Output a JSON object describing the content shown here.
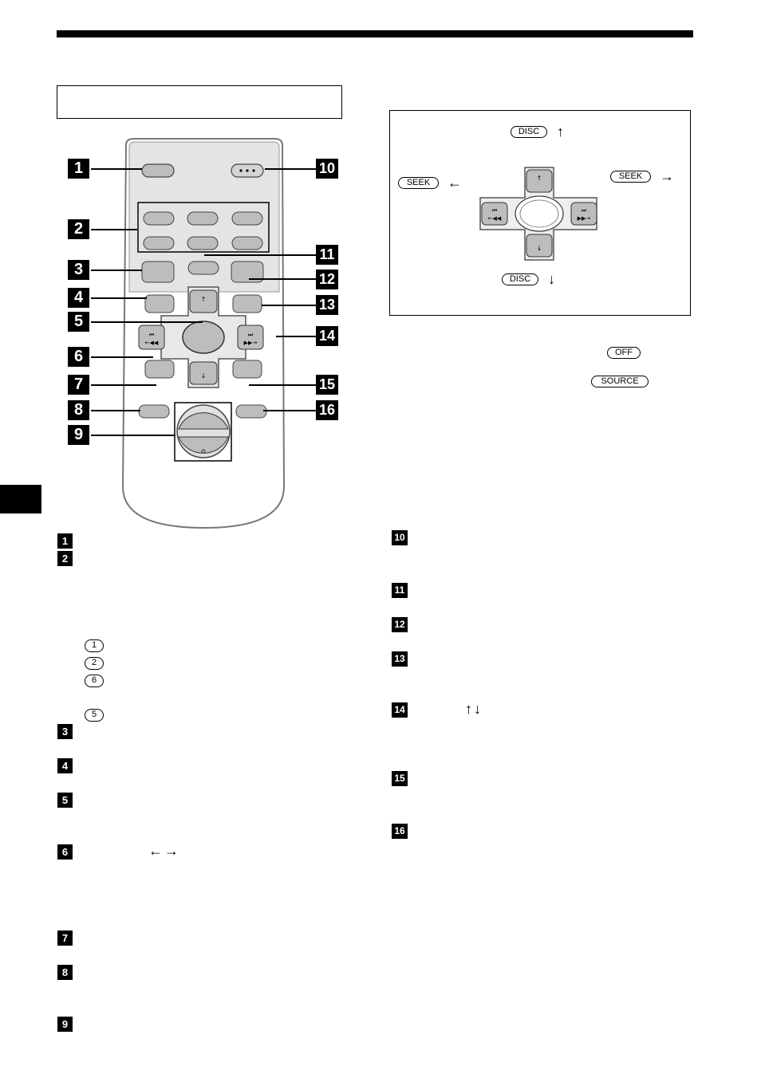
{
  "remote_labels": {
    "n1": "1",
    "n2": "2",
    "n3": "3",
    "n4": "4",
    "n5": "5",
    "n6": "6",
    "n7": "7",
    "n8": "8",
    "n9": "9",
    "n10": "10",
    "n11": "11",
    "n12": "12",
    "n13": "13",
    "n14": "14",
    "n15": "15",
    "n16": "16"
  },
  "left_list": {
    "n1": "1",
    "n2": "2",
    "n3": "3",
    "n4": "4",
    "n5": "5",
    "n6": "6",
    "n7": "7",
    "n8": "8",
    "n9": "9",
    "key_1": "1",
    "key_2": "2",
    "key_6": "6",
    "key_5": "5",
    "arrows_lr": "←→"
  },
  "right_list": {
    "n10": "10",
    "n11": "11",
    "n12": "12",
    "n13": "13",
    "n14": "14",
    "n15": "15",
    "n16": "16",
    "arrows_ud": "↑↓"
  },
  "diagram": {
    "disc_up_label": "DISC",
    "disc_down_label": "DISC",
    "seek_left_label": "SEEK",
    "seek_right_label": "SEEK",
    "arrow_up": "↑",
    "arrow_down": "↓",
    "arrow_left": "←",
    "arrow_right": "→"
  },
  "buttons": {
    "off": "OFF",
    "source": "SOURCE"
  }
}
